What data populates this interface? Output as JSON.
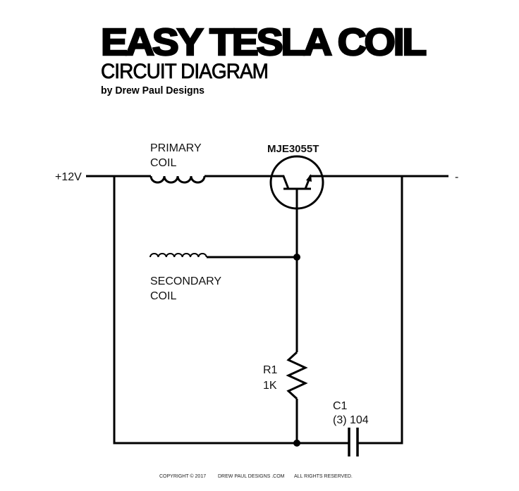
{
  "header": {
    "title": "EASY TESLA COIL",
    "subtitle": "CIRCUIT DIAGRAM",
    "byline": "by Drew Paul Designs"
  },
  "circuit": {
    "positive_terminal": "+12V",
    "negative_terminal": "-",
    "primary_coil": [
      "PRIMARY",
      "COIL"
    ],
    "secondary_coil": [
      "SECONDARY",
      "COIL"
    ],
    "transistor": "MJE3055T",
    "resistor": [
      "R1",
      "1K"
    ],
    "capacitor": [
      "C1",
      "(3) 104"
    ]
  },
  "footer": {
    "copyright": "COPYRIGHT © 2017",
    "site": "DREW PAUL DESIGNS .COM",
    "rights": "ALL RIGHTS RESERVED."
  }
}
